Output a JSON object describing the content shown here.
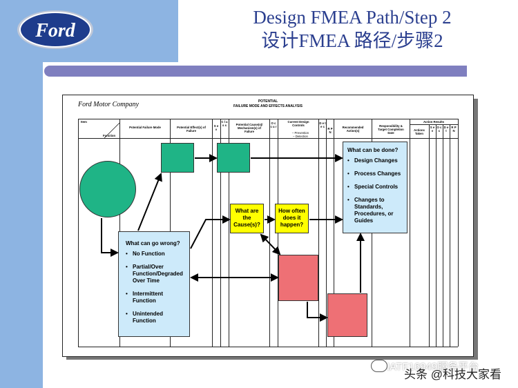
{
  "header": {
    "title": "Design FMEA Path/Step 2",
    "subtitle": "设计FMEA 路径/步骤2",
    "logo_text": "Ford"
  },
  "form": {
    "company": "Ford Motor Company",
    "title_line1": "POTENTIAL",
    "title_line2": "FAILURE MODE AND EFFECTS ANALYSIS",
    "columns": {
      "item": "Item",
      "function": "Function",
      "failure_mode": "Potential Failure Mode",
      "effects": "Potential Effect(s) of Failure",
      "sev": "S e v",
      "class": "C l a s s",
      "causes": "Potential Cause(s)/ Mechanism(s) of Failure",
      "occur": "O c c u r",
      "controls": "Current Design Controls",
      "prevention": "– Prevention",
      "detection": "– Detection",
      "detec": "D e t e c",
      "rpn": "R P N",
      "recommended": "Recommended Action(s)",
      "responsibility": "Responsibility & Target Completion Date",
      "action_results": "Action Results",
      "actions_taken": "Actions Taken",
      "r_sev": "S e v",
      "r_occ": "O c c",
      "r_det": "D e t",
      "r_rpn": "R P N"
    }
  },
  "boxes": {
    "wrong": {
      "title": "What can go wrong?",
      "items": [
        "No Function",
        "Partial/Over Function/Degraded Over Time",
        "Intermittent Function",
        "Unintended Function"
      ]
    },
    "cause": "What are the Cause(s)?",
    "often": "How often does it happen?",
    "done": {
      "title": "What can be done?",
      "items": [
        "Design Changes",
        "Process Changes",
        "Special Controls",
        "Changes to Standards, Procedures, or Guides"
      ]
    }
  },
  "watermark": {
    "text1": "IATF16949服务平台",
    "text2": "头条 @科技大家看"
  },
  "colors": {
    "side_band": "#8db4e2",
    "title": "#2b3f8f",
    "bar": "#7f7fbf",
    "green": "#1fb486",
    "red": "#ee7075",
    "yellow": "#ffff00",
    "blue": "#cdeafa"
  }
}
